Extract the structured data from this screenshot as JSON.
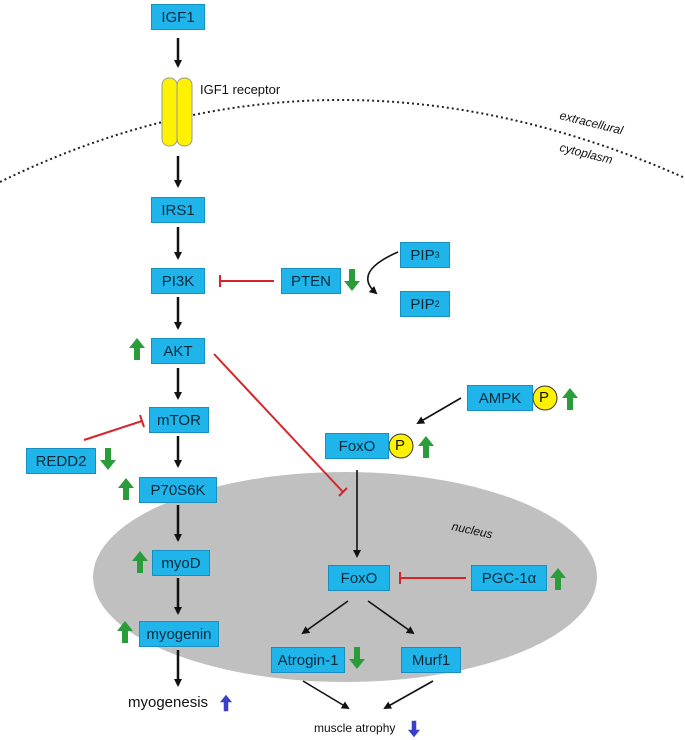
{
  "nodes": {
    "igf1": "IGF1",
    "irs1": "IRS1",
    "pi3k": "PI3K",
    "pten": "PTEN",
    "pip3": "PIP",
    "pip3_sub": "3",
    "pip2": "PIP",
    "pip2_sub": "2",
    "akt": "AKT",
    "mtor": "mTOR",
    "redd2": "REDD2",
    "p70s6k": "P70S6K",
    "ampk": "AMPK",
    "foxo_cyto": "FoxO",
    "foxo_nuc": "FoxO",
    "pgc1a": "PGC-1α",
    "myod": "myoD",
    "myogenin": "myogenin",
    "atrogin1": "Atrogin-1",
    "murf1": "Murf1"
  },
  "labels": {
    "receptor": "IGF1 receptor",
    "extracellular": "extracellural",
    "cytoplasm": "cytoplasm",
    "nucleus": "nucleus",
    "myogenesis": "myogenesis",
    "muscle_atrophy": "muscle atrophy",
    "phospho": "P"
  },
  "colors": {
    "node_fill": "#1fb4ea",
    "receptor_fill": "#fff200",
    "nucleus_fill": "#c0c0c0",
    "inhibit": "#d8232a",
    "arrow": "#111111",
    "up": "#2a9d3a",
    "down_blue": "#3a3fc8"
  },
  "indicators": {
    "pten": "green-down-arrow-icon",
    "akt": "green-up-arrow-icon",
    "redd2": "green-down-arrow-icon",
    "p70s6k": "green-up-arrow-icon",
    "ampk": "green-up-arrow-icon",
    "foxo_cyto": "green-up-arrow-icon",
    "pgc1a": "green-up-arrow-icon",
    "myod": "green-up-arrow-icon",
    "myogenin": "green-up-arrow-icon",
    "atrogin1": "green-down-arrow-icon",
    "myogenesis": "blue-up-arrow-icon",
    "muscle_atrophy": "blue-down-arrow-icon"
  }
}
